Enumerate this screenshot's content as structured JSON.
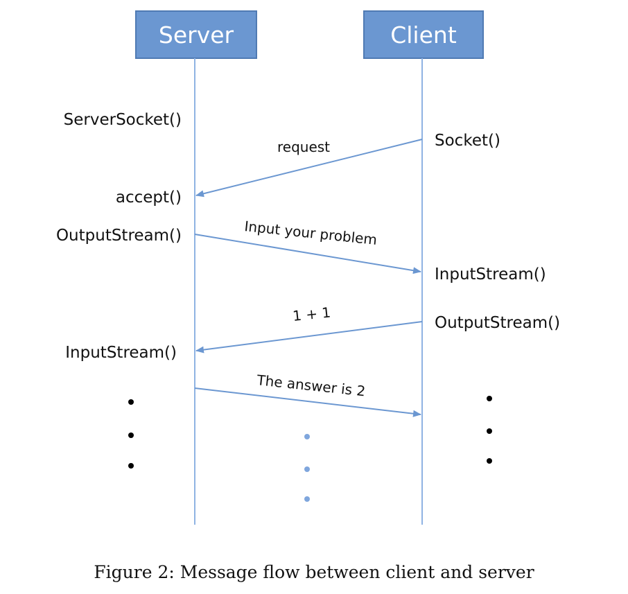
{
  "participants": {
    "server": "Server",
    "client": "Client"
  },
  "server_labels": [
    "ServerSocket()",
    "accept()",
    "OutputStream()",
    "InputStream()"
  ],
  "client_labels": [
    "Socket()",
    "InputStream()",
    "OutputStream()"
  ],
  "messages": [
    {
      "label": "request",
      "from": "client",
      "to": "server"
    },
    {
      "label": "Input your problem",
      "from": "server",
      "to": "client"
    },
    {
      "label": "1 + 1",
      "from": "client",
      "to": "server"
    },
    {
      "label": "The answer is 2",
      "from": "server",
      "to": "client"
    }
  ],
  "caption": "Figure 2: Message flow between client and server",
  "colors": {
    "box_fill": "#6b97d1",
    "box_stroke": "#4f7ab3",
    "lifeline": "#8fb3e3",
    "arrow": "#6b97d1",
    "dot_black": "#000000",
    "dot_blue": "#7fa6dd"
  }
}
